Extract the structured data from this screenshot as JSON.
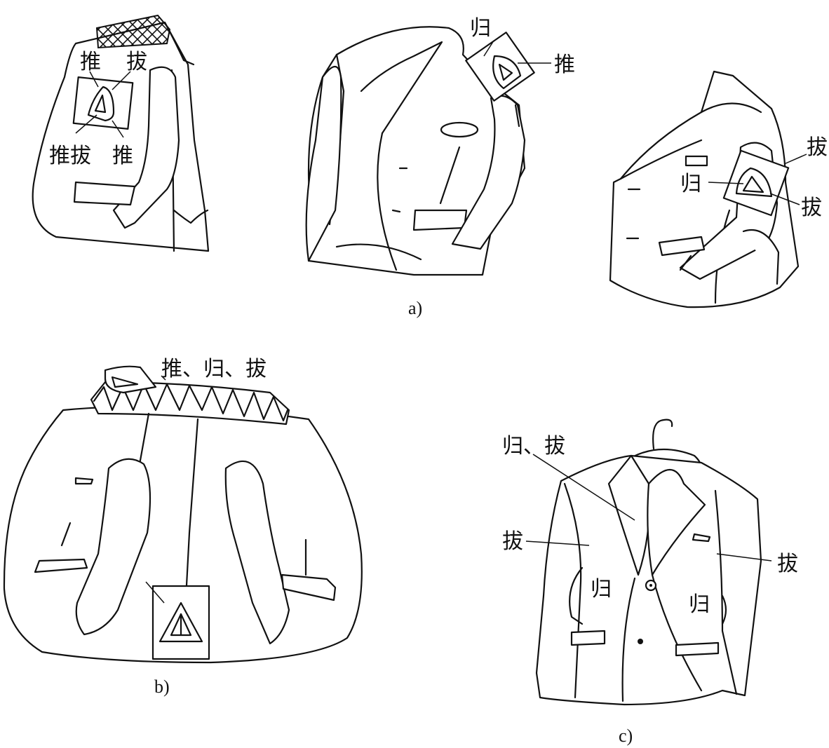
{
  "captions": {
    "a": "a)",
    "b": "b)",
    "c": "c)"
  },
  "labels": {
    "a1": {
      "tui": "推",
      "ba": "拔",
      "tuiba": "推拔",
      "tui2": "推"
    },
    "a2": {
      "gui": "归",
      "tui": "推"
    },
    "a3": {
      "ba": "拔",
      "gui": "归",
      "ba2": "拔"
    },
    "b": {
      "combo": "推、归、拔"
    },
    "c": {
      "guiba": "归、拔",
      "ba_left": "拔",
      "ba_right": "拔",
      "gui_left": "归",
      "gui_right": "归"
    }
  }
}
